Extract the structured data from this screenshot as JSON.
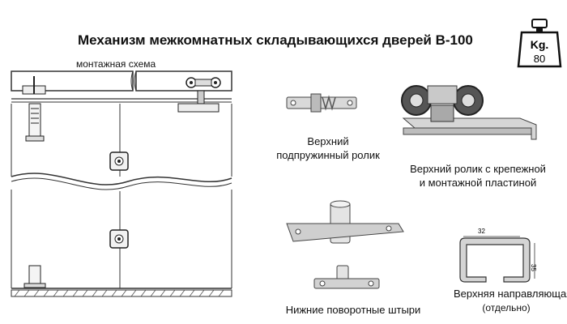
{
  "title": "Механизм межкомнатных складывающихся дверей B-100",
  "weight_badge": {
    "unit": "Kg.",
    "value": "80"
  },
  "scheme_label": "монтажная схема",
  "captions": {
    "spring_roller": [
      "Верхний",
      "подпружинный ролик"
    ],
    "roller_plate": [
      "Верхний ролик с крепежной",
      "и монтажной пластиной"
    ],
    "bottom_pins": "Нижние поворотные штыри",
    "top_rail": "Верхняя направляющая",
    "top_rail_note": "(отдельно)"
  },
  "rail_dimensions": {
    "width": "32",
    "height": "35"
  }
}
